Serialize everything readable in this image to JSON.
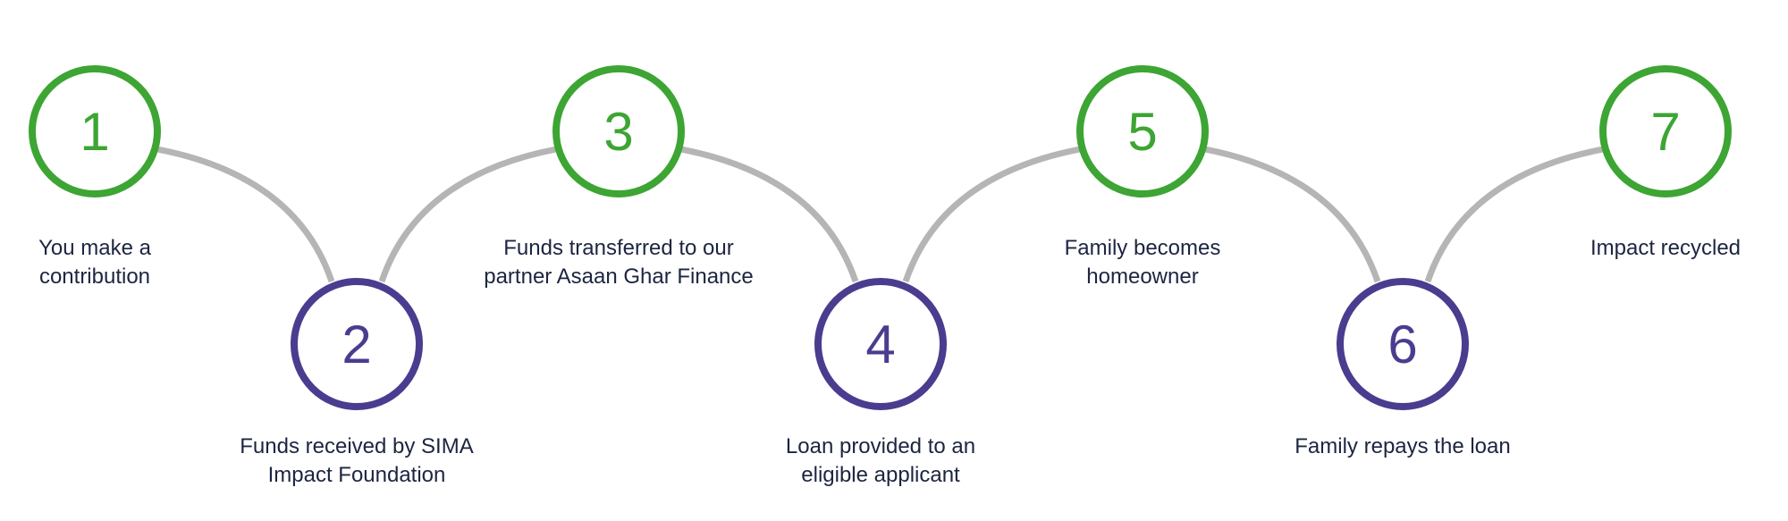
{
  "colors": {
    "top": "#3da533",
    "bottom": "#4b3c8f",
    "connector": "#b5b5b5",
    "text": "#1c2541"
  },
  "steps": [
    {
      "number": "1",
      "label": "You make a\ncontribution",
      "row": "top"
    },
    {
      "number": "2",
      "label": "Funds received by SIMA\nImpact Foundation",
      "row": "bottom"
    },
    {
      "number": "3",
      "label": "Funds transferred to our\npartner Asaan Ghar Finance",
      "row": "top"
    },
    {
      "number": "4",
      "label": "Loan provided to an\neligible applicant",
      "row": "bottom"
    },
    {
      "number": "5",
      "label": "Family becomes\nhomeowner",
      "row": "top"
    },
    {
      "number": "6",
      "label": "Family repays the loan",
      "row": "bottom"
    },
    {
      "number": "7",
      "label": "Impact recycled",
      "row": "top"
    }
  ]
}
